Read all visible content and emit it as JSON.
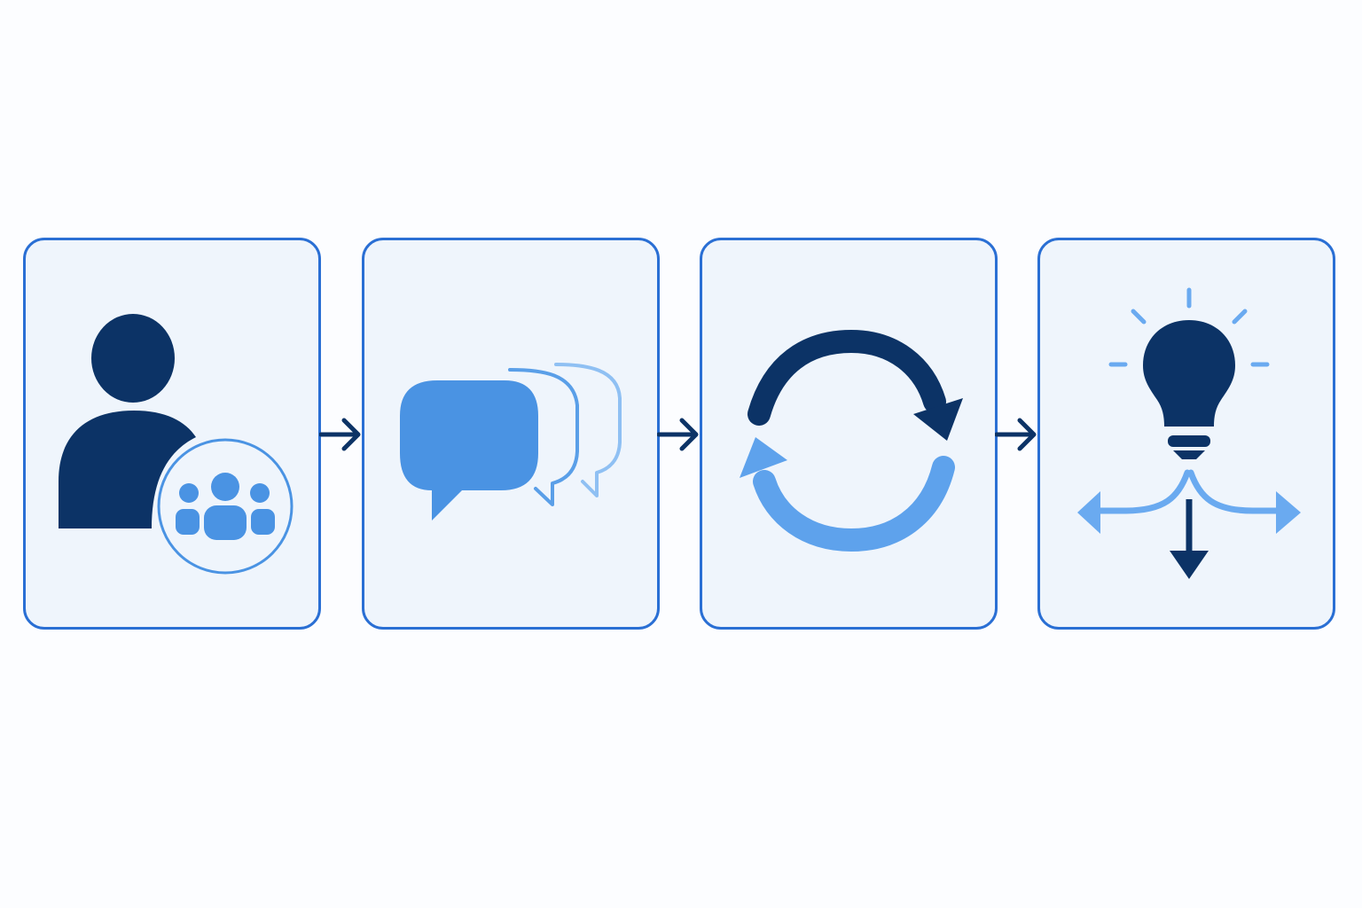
{
  "diagram": {
    "type": "process-flow",
    "steps": [
      {
        "icon": "person-with-team-icon"
      },
      {
        "icon": "speech-bubbles-icon"
      },
      {
        "icon": "cycle-arrows-icon"
      },
      {
        "icon": "lightbulb-branching-arrows-icon"
      }
    ],
    "connectors": [
      {
        "from": 1,
        "to": 2,
        "icon": "arrow-right-icon"
      },
      {
        "from": 2,
        "to": 3,
        "icon": "arrow-right-icon"
      },
      {
        "from": 3,
        "to": 4,
        "icon": "arrow-right-icon"
      }
    ]
  },
  "colors": {
    "navy": "#0c3366",
    "blue": "#4a93e3",
    "light_blue": "#6aaaf0",
    "card_border": "#2a6fd4",
    "card_fill": "#eff5fc",
    "background": "#fcfdff"
  }
}
